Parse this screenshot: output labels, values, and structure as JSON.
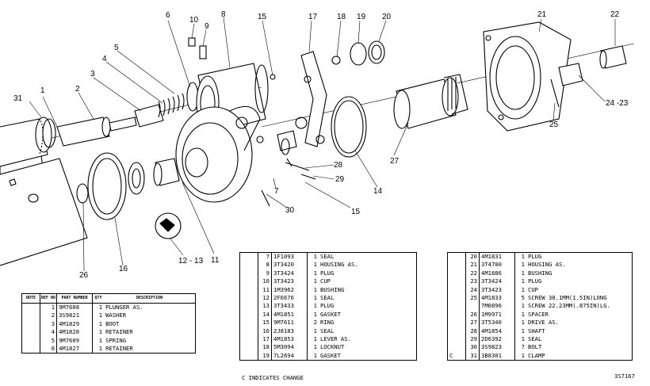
{
  "callouts": [
    "31",
    "1",
    "2",
    "3",
    "4",
    "5",
    "6",
    "10",
    "9",
    "8",
    "15",
    "17",
    "18",
    "19",
    "20",
    "21",
    "22",
    "24 -23",
    "25",
    "27",
    "14",
    "15",
    "28",
    "29",
    "30",
    "7",
    "11",
    "12 - 13",
    "16",
    "26"
  ],
  "left_table": {
    "headers": [
      "NOTE",
      "REF NO",
      "PART NUMBER",
      "QTY",
      "DESCRIPTION"
    ],
    "rows": [
      {
        "note": "",
        "ref": "1",
        "part": "9M7608",
        "qty": "1",
        "desc": "PLUNGER AS."
      },
      {
        "note": "",
        "ref": "2",
        "part": "3S9821",
        "qty": "1",
        "desc": "WASHER"
      },
      {
        "note": "",
        "ref": "3",
        "part": "4M1829",
        "qty": "1",
        "desc": "BOOT"
      },
      {
        "note": "",
        "ref": "4",
        "part": "4M1828",
        "qty": "1",
        "desc": "RETAINER"
      },
      {
        "note": "",
        "ref": "5",
        "part": "9M7609",
        "qty": "1",
        "desc": "SPRING"
      },
      {
        "note": "",
        "ref": "6",
        "part": "4M1827",
        "qty": "1",
        "desc": "RETAINER"
      }
    ]
  },
  "mid_table": {
    "rows": [
      {
        "ref": "7",
        "part": "1F1093",
        "qty": "1",
        "desc": "SEAL"
      },
      {
        "ref": "8",
        "part": "3T3420",
        "qty": "1",
        "desc": "HOUSING AS."
      },
      {
        "ref": "9",
        "part": "3T3424",
        "qty": "1",
        "desc": "  PLUG"
      },
      {
        "ref": "10",
        "part": "3T3423",
        "qty": "1",
        "desc": "  CUP"
      },
      {
        "ref": "11",
        "part": "1M3962",
        "qty": "1",
        "desc": "  BUSHING"
      },
      {
        "ref": "12",
        "part": "2F6676",
        "qty": "1",
        "desc": "  SEAL"
      },
      {
        "ref": "13",
        "part": "3T3433",
        "qty": "1",
        "desc": "  PLUG"
      },
      {
        "ref": "14",
        "part": "4M1851",
        "qty": "1",
        "desc": "GASKET"
      },
      {
        "ref": "15",
        "part": "9M7611",
        "qty": "2",
        "desc": "RING"
      },
      {
        "ref": "16",
        "part": "2J8183",
        "qty": "1",
        "desc": "SEAL"
      },
      {
        "ref": "17",
        "part": "4M1853",
        "qty": "1",
        "desc": "LEVER AS."
      },
      {
        "ref": "18",
        "part": "5M3094",
        "qty": "1",
        "desc": "LOCKNUT"
      },
      {
        "ref": "19",
        "part": "7L2694",
        "qty": "1",
        "desc": "GASKET"
      }
    ]
  },
  "right_table": {
    "rows": [
      {
        "note": "",
        "ref": "20",
        "part": "4M1831",
        "qty": "1",
        "desc": "PLUG"
      },
      {
        "note": "",
        "ref": "21",
        "part": "3T4700",
        "qty": "1",
        "desc": "HOUSING AS."
      },
      {
        "note": "",
        "ref": "22",
        "part": "4M1886",
        "qty": "1",
        "desc": "  BUSHING"
      },
      {
        "note": "",
        "ref": "23",
        "part": "3T3424",
        "qty": "1",
        "desc": "  PLUG"
      },
      {
        "note": "",
        "ref": "24",
        "part": "3T3423",
        "qty": "1",
        "desc": "  CUP"
      },
      {
        "note": "",
        "ref": "25",
        "part": "4M1833",
        "qty": "5",
        "desc": "SCREW 38.1MM(1.5IN)LONG"
      },
      {
        "note": "",
        "ref": "",
        "part": "7M0896",
        "qty": "1",
        "desc": "SCREW 22.23MM(.875IN)LG."
      },
      {
        "note": "",
        "ref": "26",
        "part": "1M9971",
        "qty": "1",
        "desc": "SPACER"
      },
      {
        "note": "",
        "ref": "27",
        "part": "3T5340",
        "qty": "1",
        "desc": "DRIVE AS."
      },
      {
        "note": "",
        "ref": "28",
        "part": "4M1854",
        "qty": "1",
        "desc": "SHAFT"
      },
      {
        "note": "",
        "ref": "29",
        "part": "2D6392",
        "qty": "1",
        "desc": "SEAL"
      },
      {
        "note": "",
        "ref": "30",
        "part": "3S9823",
        "qty": "7",
        "desc": "BOLT"
      },
      {
        "note": "C",
        "ref": "31",
        "part": "3B8301",
        "qty": "1",
        "desc": "CLAMP"
      }
    ]
  },
  "change_note": "C    INDICATES CHANGE",
  "drawing_code": "3S7167"
}
